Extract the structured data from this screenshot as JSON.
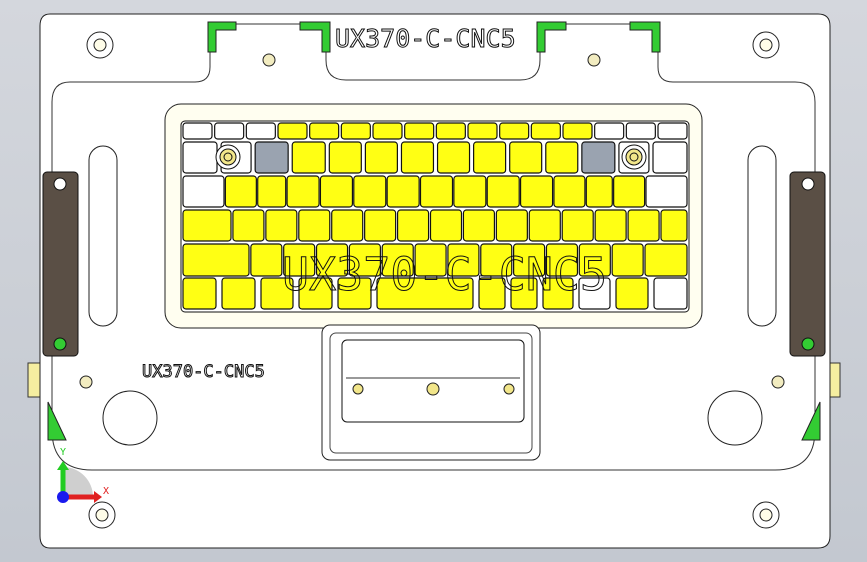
{
  "part_labels": {
    "top": "UX370-C-CNC5",
    "center": "UX370-C-CNC5",
    "left": "UX370-C-CNC5"
  },
  "triad": {
    "x_label": "X",
    "y_label": "Y"
  },
  "colors": {
    "background": "#c8ccd4",
    "plate": "#ffffff",
    "key_yellow": "#ffff14",
    "key_white": "#ffffff",
    "key_gray": "#9aa3b0",
    "clamp_green": "#33cc33",
    "handle_brown": "#5a4f45",
    "tab_yellow": "#f5eea0",
    "axis_x": "#e02020",
    "axis_y": "#22cc22",
    "axis_origin": "#1a1aee"
  }
}
